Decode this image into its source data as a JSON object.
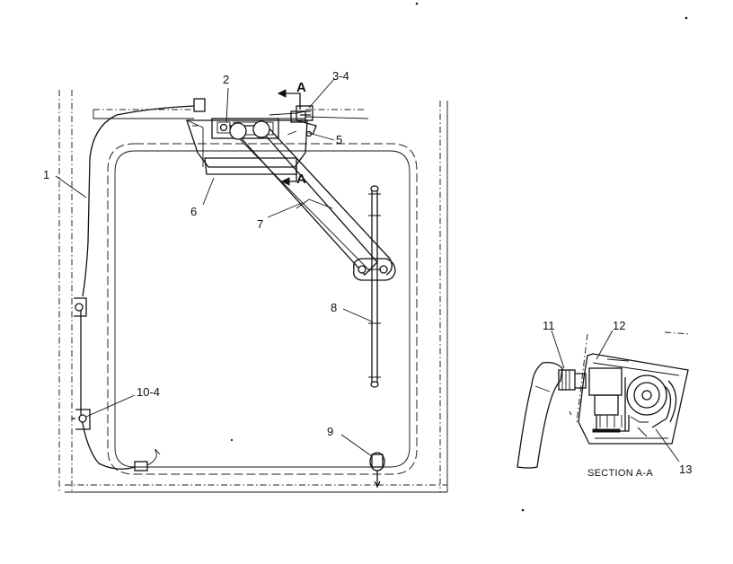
{
  "callouts": {
    "c1": "1",
    "c2": "2",
    "c3_4": "3-4",
    "c5": "5",
    "c6": "6",
    "c7": "7",
    "c8": "8",
    "c9": "9",
    "c10_4": "10-4",
    "c11": "11",
    "c12": "12",
    "c13": "13",
    "section_top": "A",
    "section_bottom": "A"
  },
  "section_caption": "SECTION A-A"
}
